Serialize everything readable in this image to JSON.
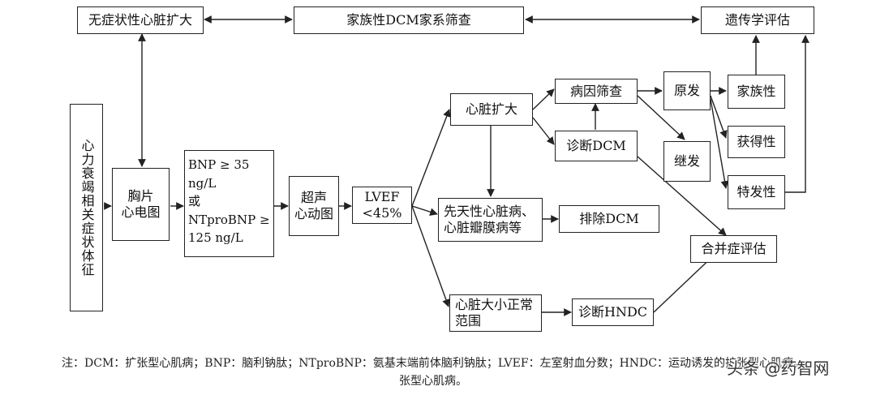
{
  "nodes": {
    "asymptomatic": "无症状性心脏扩大",
    "family_screen": "家族性DCM家系筛查",
    "genetic_eval": "遗传学评估",
    "hf_symptoms": "心力衰竭相关症状体征",
    "cxr_ecg": "胸片\n心电图",
    "bnp": "BNP ≥ 35 ng/L\n或\nNTproBNP ≥\n125 ng/L",
    "echo": "超声\n心动图",
    "lvef": "LVEF\n<45%",
    "enlarged": "心脏扩大",
    "etiology": "病因筛查",
    "diagnose_dcm": "诊断DCM",
    "primary": "原发",
    "secondary": "继发",
    "familial": "家族性",
    "acquired": "获得性",
    "idiopathic": "特发性",
    "congenital": "先天性心脏病、\n心脏瓣膜病等",
    "exclude_dcm": "排除DCM",
    "comorbidity": "合并症评估",
    "normal_size": "心脏大小正常\n范围",
    "diagnose_hndc": "诊断HNDC"
  },
  "footnote": "注：DCM：扩张型心肌病；BNP：脑利钠肽；NTproBNP：氨基末端前体脑利钠肽；LVEF：左室射血分数；HNDC：运动诱发的扩张型心肌病。\n张型心肌病。",
  "watermark": "头条 @药智网",
  "colors": {
    "line": "#222222",
    "box_border": "#222222"
  }
}
